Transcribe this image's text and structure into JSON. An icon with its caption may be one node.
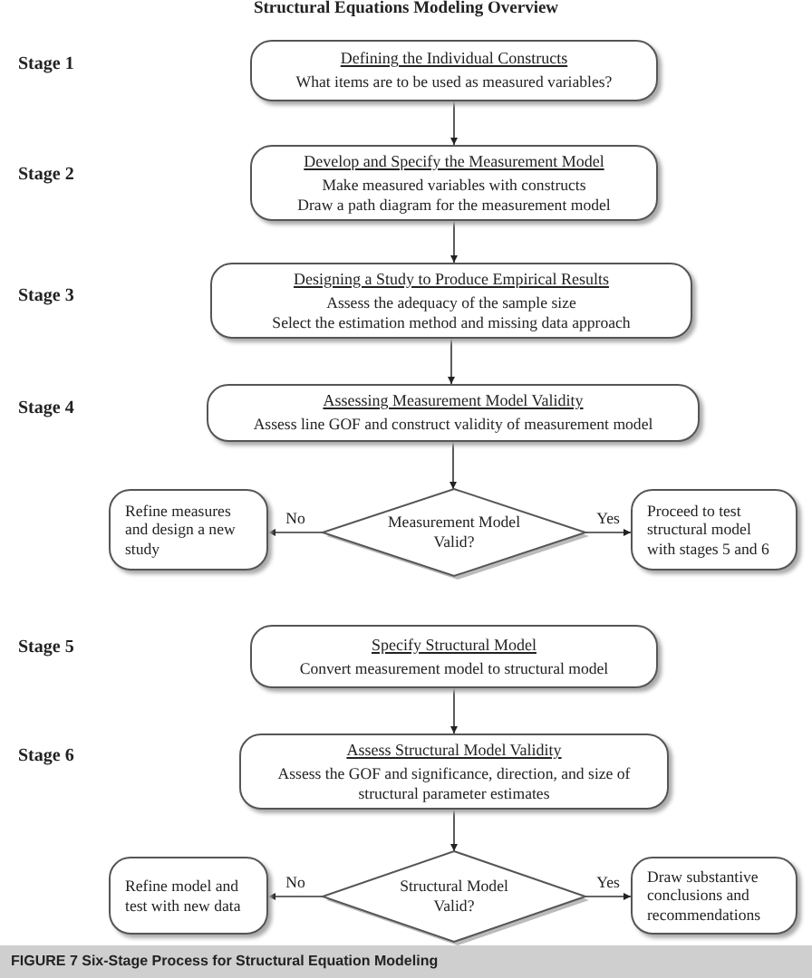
{
  "diagram": {
    "title": "Structural Equations Modeling Overview",
    "caption": "FIGURE 7 Six-Stage Process for Structural Equation Modeling",
    "nodes": [
      {
        "text": [
          "Defining the Individual Constructs",
          "What items are to be used as measured variables?"
        ]
      },
      {
        "text": [
          "Develop and Specify the Measurement Model",
          "Make measured variables with constructs",
          "Draw a path diagram for the measurement model"
        ]
      },
      {
        "text": [
          "Designing a Study to Produce Empirical Results",
          "Assess the adequacy of the sample size",
          "Select the estimation method and missing data approach"
        ]
      },
      {
        "text": [
          "Assessing Measurement Model Validity",
          "Assess line GOF and construct validity of measurement model"
        ]
      },
      {
        "text": [
          "Measurement Model Valid?"
        ]
      },
      {
        "text": [
          "Refine measures and design a new study"
        ]
      },
      {
        "text": [
          "Proceed to test structural model with stages 5 and 6"
        ]
      },
      {
        "text": [
          "Specify Structural Model",
          "Convert measurement model to structural model"
        ]
      },
      {
        "text": [
          "Assess Structural Model Validity",
          "Assess the GOF and significance, direction, and size of structural parameter estimates"
        ]
      },
      {
        "text": [
          "Structural Model Valid?"
        ]
      },
      {
        "text": [
          "Refine model and test with new data"
        ]
      },
      {
        "text": [
          "Draw substantive conclusions and recommendations"
        ]
      }
    ],
    "edges": [
      {
        "from": 0,
        "to": 1,
        "arrow": "to"
      },
      {
        "from": 1,
        "to": 2,
        "arrow": "to"
      },
      {
        "from": 2,
        "to": 3,
        "arrow": "to"
      },
      {
        "from": 3,
        "to": 4,
        "arrow": "to"
      },
      {
        "from": 4,
        "to": 5,
        "arrow": "to",
        "label": "No"
      },
      {
        "from": 4,
        "to": 6,
        "arrow": "to",
        "label": "Yes"
      },
      {
        "from": 7,
        "to": 8,
        "arrow": "to"
      },
      {
        "from": 8,
        "to": 9,
        "arrow": "to"
      },
      {
        "from": 9,
        "to": 10,
        "arrow": "to",
        "label": "No"
      },
      {
        "from": 9,
        "to": 11,
        "arrow": "to",
        "label": "Yes"
      }
    ],
    "labels": [
      "Stage 1",
      "Stage 2",
      "Stage 3",
      "Stage 4",
      "Stage 5",
      "Stage 6"
    ]
  }
}
